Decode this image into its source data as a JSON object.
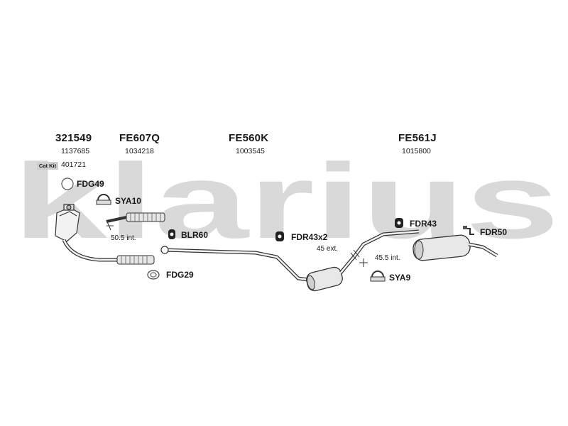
{
  "watermark": {
    "text": "klarius",
    "color": "#d9d9d9"
  },
  "headers": [
    {
      "part": "321549",
      "code": "1137685"
    },
    {
      "part": "FE607Q",
      "code": "1034218"
    },
    {
      "part": "FE560K",
      "code": "1003545"
    },
    {
      "part": "FE561J",
      "code": "1015800"
    }
  ],
  "cat_kit": {
    "badge": "Cat Kit",
    "code": "401721"
  },
  "parts": {
    "fdg49": "FDG49",
    "sya10": "SYA10",
    "blr60": "BLR60",
    "fdg29": "FDG29",
    "fdr43x2": "FDR43x2",
    "fdr43": "FDR43",
    "fdr50": "FDR50",
    "sya9": "SYA9"
  },
  "measurements": {
    "m1": "50.5 int.",
    "m2": "45 ext.",
    "m3": "45.5 int."
  }
}
